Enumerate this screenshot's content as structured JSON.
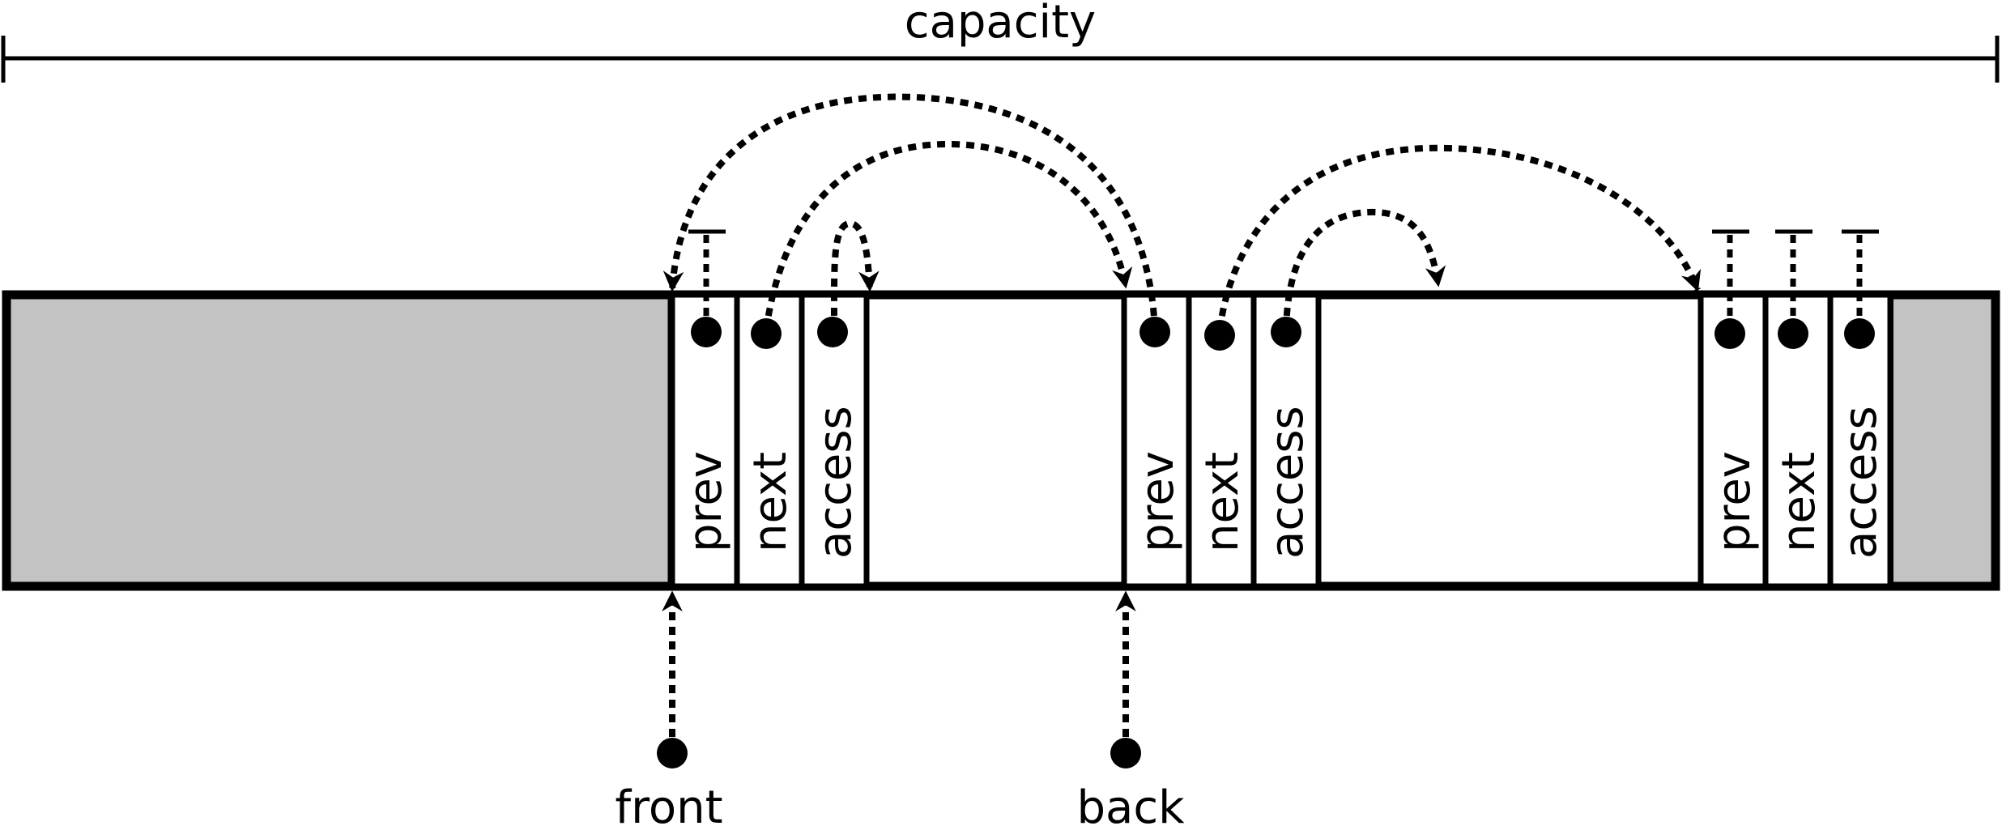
{
  "capacity_label": "capacity",
  "pointer_labels": {
    "front": "front",
    "back": "back"
  },
  "nodes": [
    {
      "fields": [
        "prev",
        "next",
        "access"
      ]
    },
    {
      "fields": [
        "prev",
        "next",
        "access"
      ]
    },
    {
      "fields": [
        "prev",
        "next",
        "access"
      ]
    }
  ],
  "colors": {
    "unused_region": "#c3c3c3",
    "line": "#000000",
    "cell": "#ffffff"
  }
}
